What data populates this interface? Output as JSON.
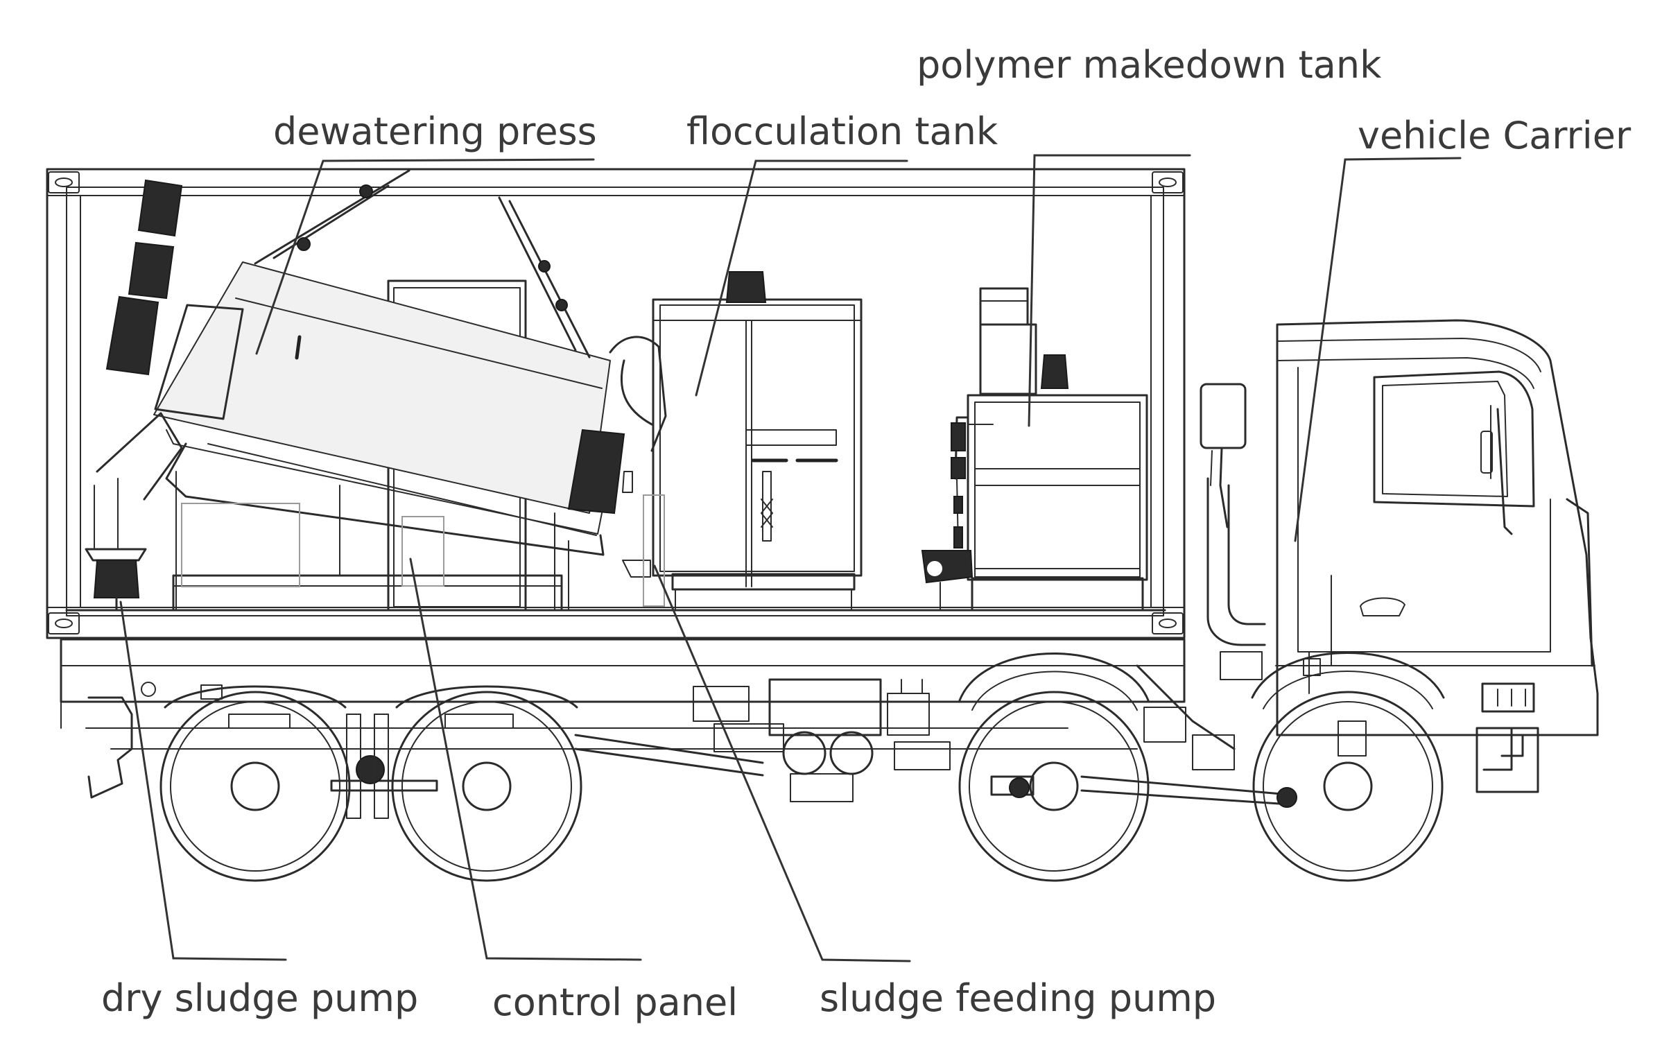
{
  "labels": {
    "dewatering_press": "dewatering press",
    "flocculation_tank": "flocculation tank",
    "polymer_makedown_tank": "polymer makedown tank",
    "vehicle_carrier": "vehicle Carrier",
    "dry_sludge_pump": "dry sludge pump",
    "control_panel": "control panel",
    "sludge_feeding_pump": "sludge feeding pump"
  },
  "colors": {
    "line": "#2b2b2b",
    "text": "#3a3a3a",
    "background": "#ffffff"
  }
}
